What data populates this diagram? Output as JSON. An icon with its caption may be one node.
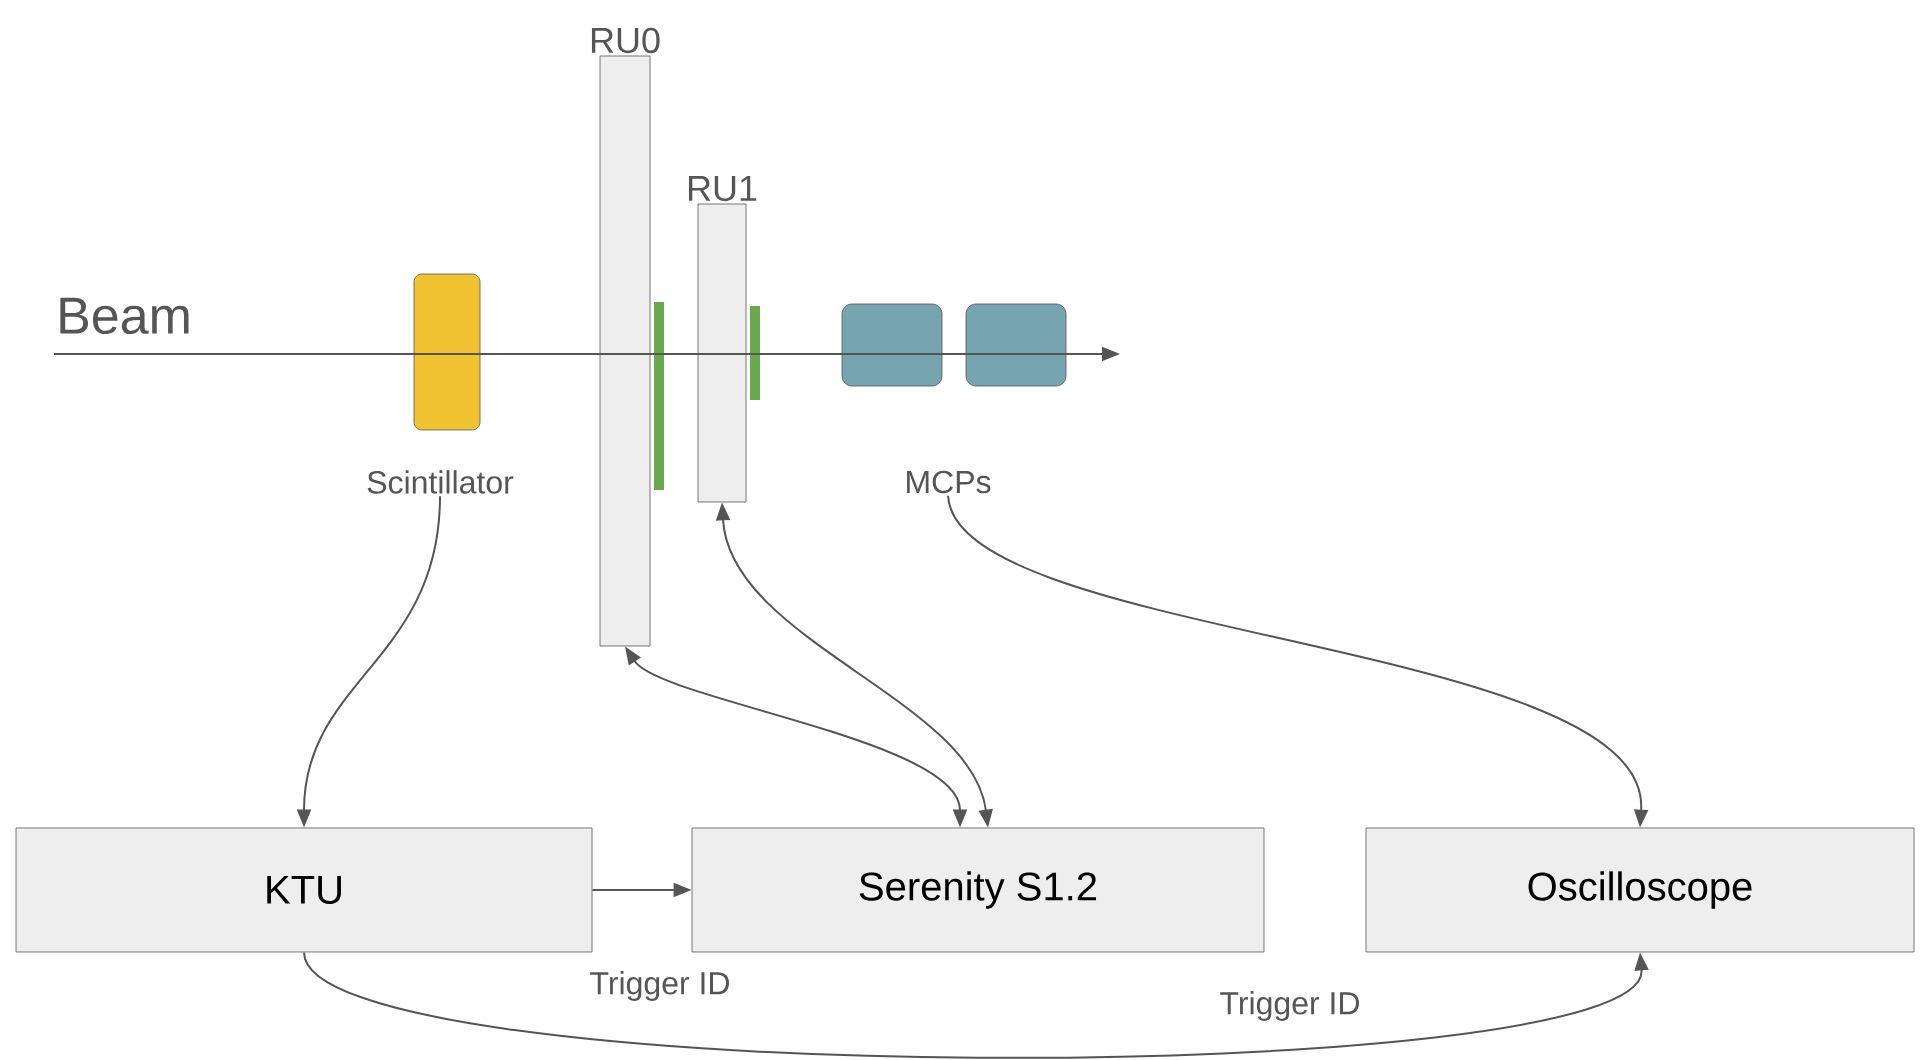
{
  "diagram": {
    "nodes": [
      {
        "text": [],
        "shape": "box"
      },
      {
        "text": [
          "Scintillator"
        ]
      },
      {
        "text": [
          "RU0"
        ]
      },
      {
        "text": [
          "RU1"
        ]
      },
      {
        "text": [],
        "shape": "box"
      },
      {
        "text": [],
        "shape": "box"
      },
      {
        "text": [
          "MCPs"
        ]
      },
      {
        "text": [
          "KTU"
        ]
      },
      {
        "text": [
          "Serenity S1.2"
        ]
      },
      {
        "text": [
          "Oscilloscope"
        ]
      }
    ],
    "edges": [
      {
        "from": 1,
        "to": 7,
        "arrow": "to"
      },
      {
        "from": 8,
        "to": 2,
        "arrow": "both"
      },
      {
        "from": 8,
        "to": 3,
        "arrow": "both"
      },
      {
        "from": 6,
        "to": 9,
        "arrow": "to"
      },
      {
        "from": 7,
        "to": 8,
        "arrow": "to",
        "label": "Trigger ID"
      },
      {
        "from": 7,
        "to": 9,
        "arrow": "to",
        "label": "Trigger ID"
      }
    ],
    "labels": [
      "Beam"
    ]
  }
}
